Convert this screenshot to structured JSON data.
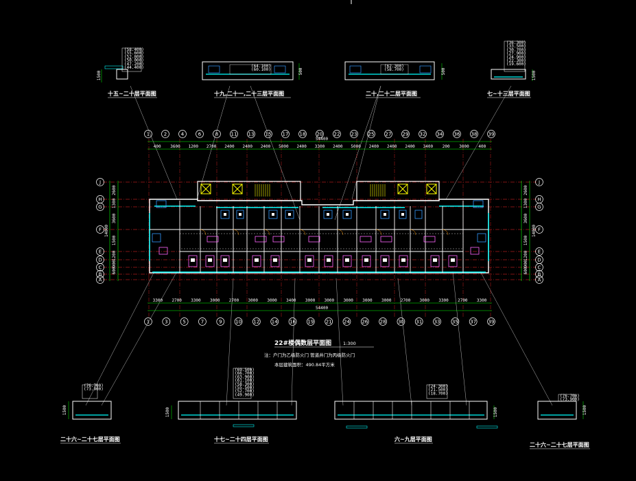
{
  "main_plan": {
    "title": "22#楼偶数层平面图",
    "scale": "1:300",
    "note_1": "注：户门为乙级防火门  管道井门为丙级防火门",
    "note_2": "本层建筑面积：490.84平方米",
    "top_axes": [
      "1",
      "2",
      "4",
      "6",
      "8",
      "11",
      "13",
      "15",
      "17",
      "18",
      "20",
      "22",
      "23",
      "25",
      "27",
      "29",
      "32",
      "34",
      "36",
      "38",
      "39"
    ],
    "bottom_axes": [
      "1",
      "3",
      "5",
      "7",
      "9",
      "10",
      "12",
      "14",
      "16",
      "19",
      "21",
      "24",
      "26",
      "28",
      "30",
      "31",
      "33",
      "35",
      "37",
      "39"
    ],
    "left_axes": [
      "J",
      "H",
      "G",
      "F",
      "E",
      "D",
      "C",
      "B",
      "A"
    ],
    "right_axes": [
      "J",
      "H",
      "G",
      "F",
      "E",
      "D",
      "C",
      "B",
      "A"
    ],
    "top_dims": [
      "400",
      "3600",
      "1200",
      "2700",
      "2400",
      "2400",
      "2400",
      "5000",
      "2400",
      "3300",
      "2400",
      "5000",
      "2400",
      "2400",
      "2400",
      "3400",
      "200",
      "3000",
      "400"
    ],
    "top_total": "54400",
    "bottom_dims": [
      "3300",
      "2700",
      "3300",
      "3000",
      "2700",
      "3000",
      "3000",
      "3400",
      "3000",
      "3000",
      "3000",
      "3000",
      "3000",
      "2700",
      "3000",
      "3300",
      "2700",
      "3300"
    ],
    "bottom_total": "54400",
    "left_dims": [
      "2600",
      "1300",
      "3600",
      "1500",
      "1200",
      "900",
      "600"
    ],
    "left_total": "14000",
    "right_dims": [
      "2600",
      "1300",
      "3600",
      "1500",
      "1200",
      "900",
      "600"
    ],
    "right_total": "14000"
  },
  "callouts": {
    "c1": {
      "label": "十五~二十层平面图",
      "elevations": [
        "(58.400)",
        "(55.600)",
        "(52.800)",
        "(50.000)",
        "(47.200)",
        "(44.400)"
      ],
      "dim": "1500"
    },
    "c2": {
      "label": "十九,二十一,二十三层平面图",
      "elevations": [
        "(64.100)",
        "(60.100)"
      ],
      "dim": "500"
    },
    "c3": {
      "label": "二十,二十二层平面图",
      "elevations": [
        "(62.300)",
        "(58.700)"
      ],
      "dim": "500"
    },
    "c4": {
      "label": "七~十三层平面图",
      "elevations": [
        "(36.300)",
        "(33.500)",
        "(30.700)",
        "(27.900)",
        "(24.900)",
        "(22.300)",
        "(19.600)"
      ],
      "dim": "1500"
    },
    "c5": {
      "label": "二十六~二十七层平面图",
      "elevations": [
        "(76.700)",
        "(73.900)"
      ],
      "dim": "1500"
    },
    "c6": {
      "label": "十七~二十四层平面图",
      "elevations": [
        "(69.500)",
        "(66.700)",
        "(63.900)",
        "(61.100)",
        "(58.300)",
        "(55.500)",
        "(52.700)",
        "(49.900)"
      ],
      "dim": "1500"
    },
    "c7": {
      "label": "六~九层平面图",
      "elevations": [
        "(24.300)",
        "(21.500)",
        "(18.700)"
      ],
      "dim": "1500"
    },
    "c8": {
      "label": "二十六~二十七层平面图",
      "elevations": [
        "(76.700)",
        "(73.900)"
      ],
      "dim": "1500"
    }
  },
  "colors": {
    "background": "#000000",
    "wall": "#ffffff",
    "window": "#00ffff",
    "axis_line": "#ff0000",
    "dimension": "#00ff00",
    "furniture": "#ff66ff",
    "fixture": "#00aaff",
    "stair": "#ffff00",
    "elevator": "#ffff00"
  }
}
